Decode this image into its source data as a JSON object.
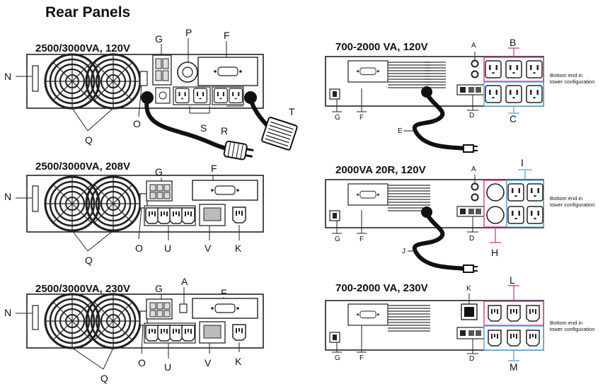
{
  "page_title": "Rear Panels",
  "panels": {
    "p1": {
      "title": "2500/3000VA, 120V",
      "labels": {
        "n": "N",
        "g": "G",
        "p": "P",
        "f": "F",
        "o": "O",
        "q": "Q",
        "s": "S",
        "r": "R",
        "t": "T"
      }
    },
    "p2": {
      "title": "2500/3000VA, 208V",
      "labels": {
        "n": "N",
        "g": "G",
        "f": "F",
        "o": "O",
        "q": "Q",
        "u": "U",
        "v": "V",
        "k": "K"
      }
    },
    "p3": {
      "title": "2500/3000VA, 230V",
      "labels": {
        "n": "N",
        "g": "G",
        "a": "A",
        "f": "F",
        "o": "O",
        "q": "Q",
        "u": "U",
        "v": "V",
        "k": "K"
      }
    },
    "p4": {
      "title": "700-2000 VA, 120V",
      "labels": {
        "a": "A",
        "b": "B",
        "c": "C",
        "d": "D",
        "e": "E",
        "f": "F",
        "g": "G"
      },
      "note": "Bottom end in\ntower configuration"
    },
    "p5": {
      "title": "2000VA 20R, 120V",
      "labels": {
        "a": "A",
        "i": "I",
        "h": "H",
        "j": "J",
        "d": "D",
        "f": "F",
        "g": "G"
      },
      "note": "Bottom end in\ntower configuration"
    },
    "p6": {
      "title": "700-2000 VA, 230V",
      "labels": {
        "k": "K",
        "l": "L",
        "m": "M",
        "d": "D",
        "f": "F",
        "g": "G"
      },
      "note": "Bottom end in\ntower configuration"
    }
  },
  "colors": {
    "highlight_magenta": "#d4388f",
    "highlight_cyan": "#4fa7d8",
    "line": "#1a1a1a",
    "cable": "#111111"
  }
}
